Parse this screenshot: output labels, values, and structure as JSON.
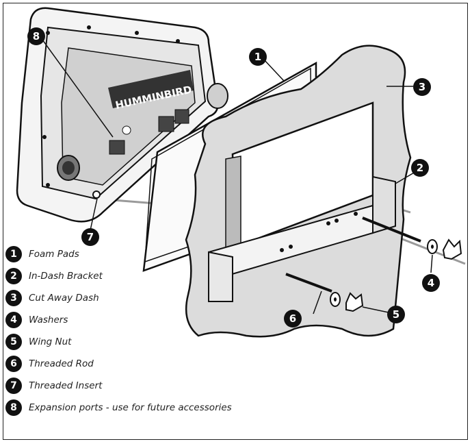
{
  "device": {
    "brand": "HUMMINBIRD"
  },
  "callouts": [
    {
      "id": "callout-1",
      "number": "1"
    },
    {
      "id": "callout-2",
      "number": "2"
    },
    {
      "id": "callout-3",
      "number": "3"
    },
    {
      "id": "callout-4",
      "number": "4"
    },
    {
      "id": "callout-5",
      "number": "5"
    },
    {
      "id": "callout-6",
      "number": "6"
    },
    {
      "id": "callout-7",
      "number": "7"
    },
    {
      "id": "callout-8",
      "number": "8"
    }
  ],
  "legend": [
    {
      "number": "1",
      "label": "Foam Pads"
    },
    {
      "number": "2",
      "label": "In-Dash Bracket"
    },
    {
      "number": "3",
      "label": "Cut Away Dash"
    },
    {
      "number": "4",
      "label": "Washers"
    },
    {
      "number": "5",
      "label": "Wing Nut"
    },
    {
      "number": "6",
      "label": "Threaded Rod"
    },
    {
      "number": "7",
      "label": "Threaded Insert"
    },
    {
      "number": "8",
      "label": "Expansion ports - use for future accessories"
    }
  ],
  "colors": {
    "ink": "#111111",
    "dash_fill": "#dcdcdc",
    "rod": "#9a9a9a"
  }
}
